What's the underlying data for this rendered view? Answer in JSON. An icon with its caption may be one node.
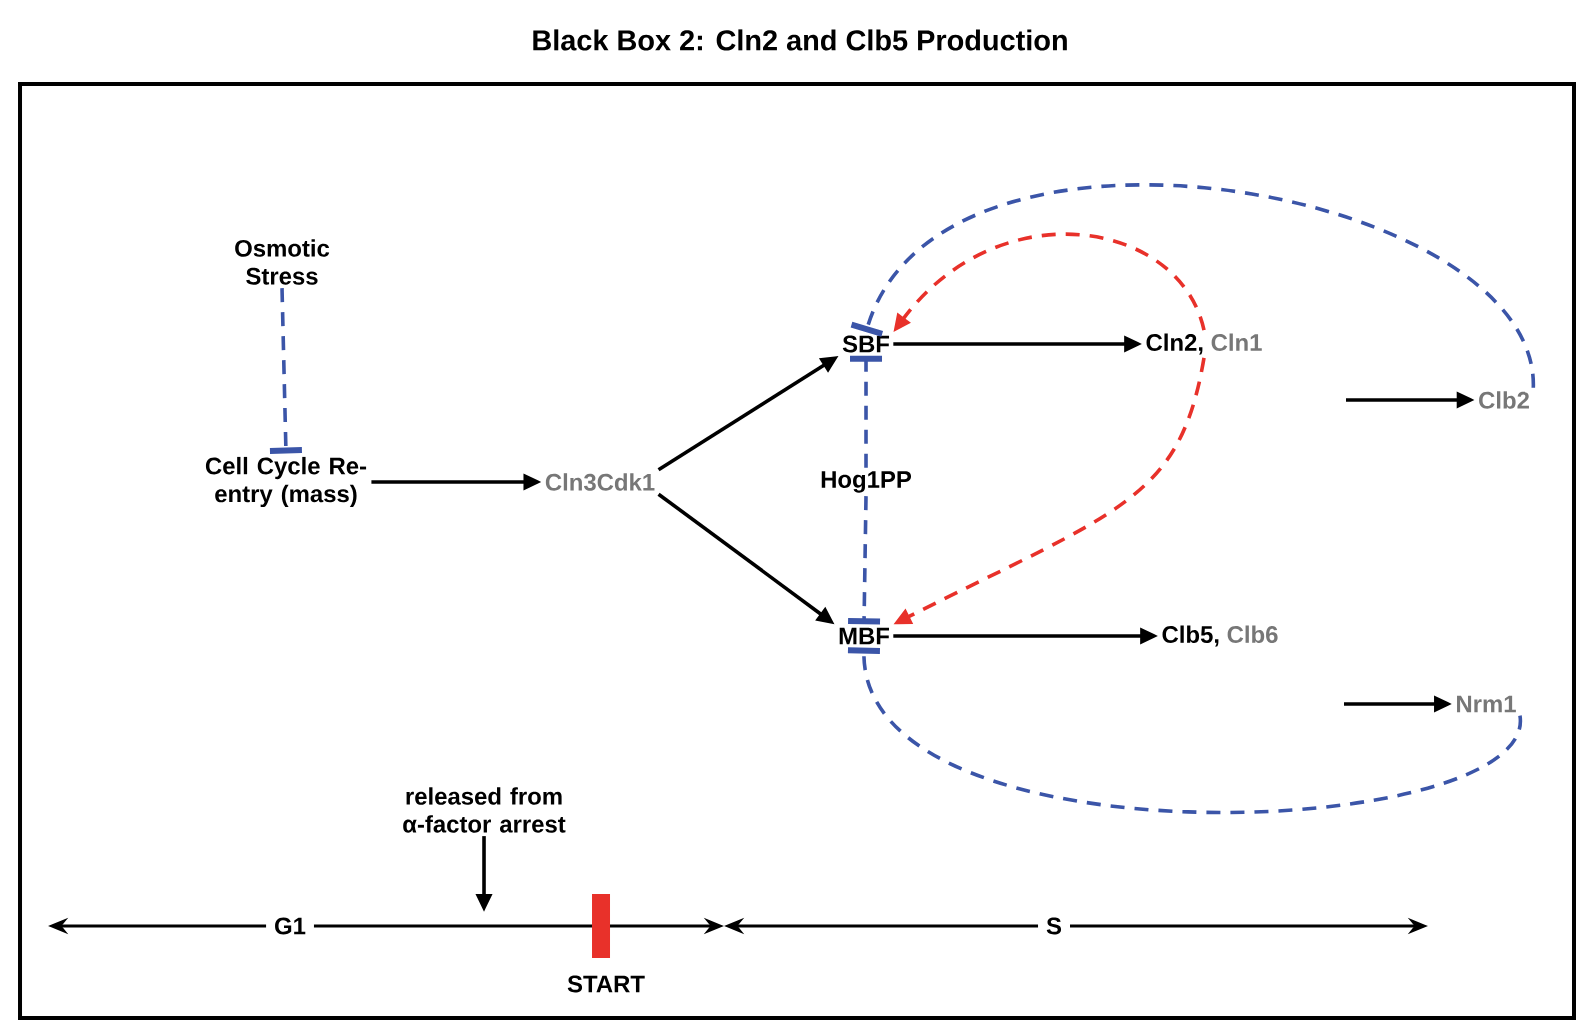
{
  "diagram": {
    "title": "Black Box 2: Cln2 and Clb5 Production",
    "nodes": [
      {
        "text": [
          "Osmotic Stress"
        ]
      },
      {
        "text": [
          "Cell Cycle Re-entry (mass)"
        ]
      },
      {
        "text": [
          "Cln3Cdk1"
        ]
      },
      {
        "text": [
          "SBF"
        ]
      },
      {
        "text": [
          "MBF"
        ]
      },
      {
        "text": [
          "Hog1PP"
        ]
      },
      {
        "text": [
          "Cln2,",
          "Cln1"
        ]
      },
      {
        "text": [
          "Clb2"
        ]
      },
      {
        "text": [
          "Clb5,",
          "Clb6"
        ]
      },
      {
        "text": [
          "Nrm1"
        ]
      },
      {
        "text": [
          "released from α-factor arrest"
        ]
      }
    ],
    "edges": [
      {
        "from": 0,
        "to": 1,
        "arrow": "other",
        "style": "dashed",
        "color": "#3b55a8"
      },
      {
        "from": 1,
        "to": 2,
        "arrow": "to"
      },
      {
        "from": 2,
        "to": 3,
        "arrow": "to"
      },
      {
        "from": 2,
        "to": 4,
        "arrow": "to"
      },
      {
        "from": 3,
        "to": 6,
        "arrow": "to"
      },
      {
        "from": 4,
        "to": 8,
        "arrow": "to"
      },
      {
        "from": 5,
        "to": 3,
        "arrow": "other",
        "style": "dashed",
        "color": "#3b55a8"
      },
      {
        "from": 5,
        "to": 4,
        "arrow": "other",
        "style": "dashed",
        "color": "#3b55a8"
      },
      {
        "from": 6,
        "to": 3,
        "arrow": "to",
        "style": "dashed",
        "color": "#e8312a"
      },
      {
        "from": 6,
        "to": 4,
        "arrow": "to",
        "style": "dashed",
        "color": "#e8312a"
      },
      {
        "from": 7,
        "to": 3,
        "arrow": "other",
        "style": "dashed",
        "color": "#3b55a8"
      },
      {
        "from": 9,
        "to": 4,
        "arrow": "other",
        "style": "dashed",
        "color": "#3b55a8"
      },
      {
        "from": null,
        "to": 7,
        "arrow": "to"
      },
      {
        "from": null,
        "to": 9,
        "arrow": "to"
      },
      {
        "from": 10,
        "to": null,
        "arrow": "to"
      }
    ],
    "labels": [
      "G1",
      "START",
      "S"
    ]
  }
}
